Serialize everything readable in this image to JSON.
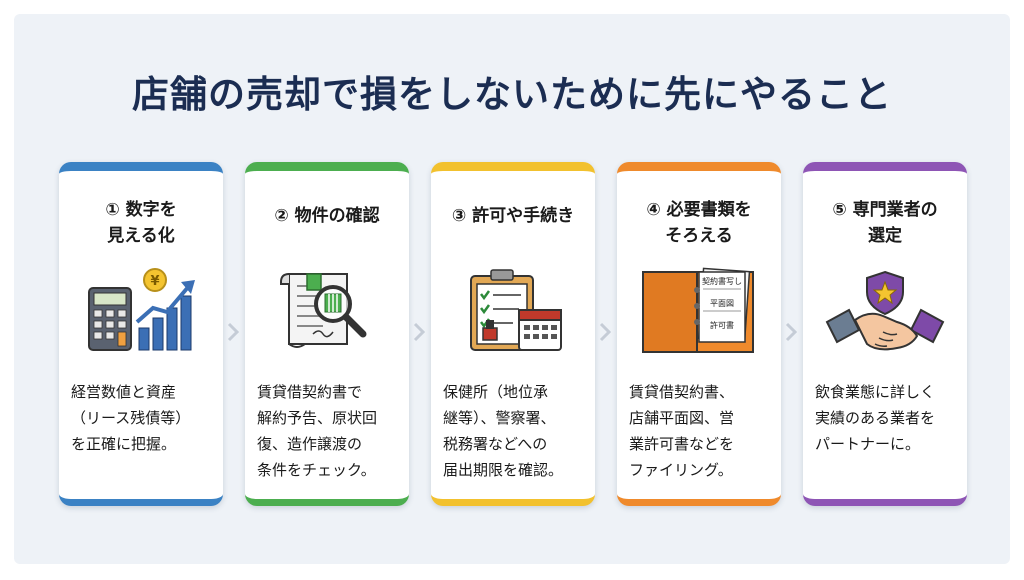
{
  "title": "店舗の売却で損をしないために先にやること",
  "steps": [
    {
      "title": "① 数字を\n見える化",
      "desc": "経営数値と資産\n（リース残債等）\nを正確に把握。",
      "icon": "calculator-chart-icon",
      "color": "#3b82c4"
    },
    {
      "title": "② 物件の確認",
      "desc": "賃貸借契約書で\n解約予告、原状回\n復、造作譲渡の\n条件をチェック。",
      "icon": "document-magnifier-icon",
      "color": "#4cae4f"
    },
    {
      "title": "③ 許可や手続き",
      "desc": "保健所（地位承\n継等）、警察署、\n税務署などへの\n届出期限を確認。",
      "icon": "clipboard-calendar-icon",
      "color": "#f2c12e"
    },
    {
      "title": "④ 必要書類を\nそろえる",
      "desc": "賃貸借契約書、\n店舗平面図、営\n業許可書などを\nファイリング。",
      "icon": "binder-documents-icon",
      "color": "#ef8a2c",
      "doc_labels": [
        "契約書写し",
        "平面図",
        "許可書"
      ]
    },
    {
      "title": "⑤ 専門業者の\n選定",
      "desc": "飲食業態に詳しく\n実績のある業者を\nパートナーに。",
      "icon": "handshake-badge-icon",
      "color": "#8e55b5"
    }
  ],
  "currency_symbol": "¥",
  "chevron_color": "#c5ccd6"
}
